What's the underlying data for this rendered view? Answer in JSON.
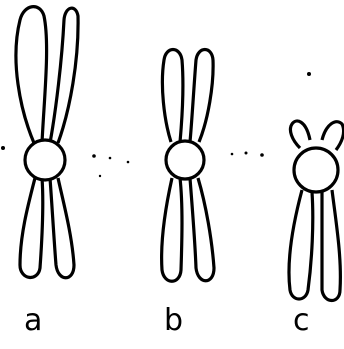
{
  "chromosomes": [
    {
      "id": "a",
      "label": "a"
    },
    {
      "id": "b",
      "label": "b"
    },
    {
      "id": "c",
      "label": "c"
    }
  ]
}
